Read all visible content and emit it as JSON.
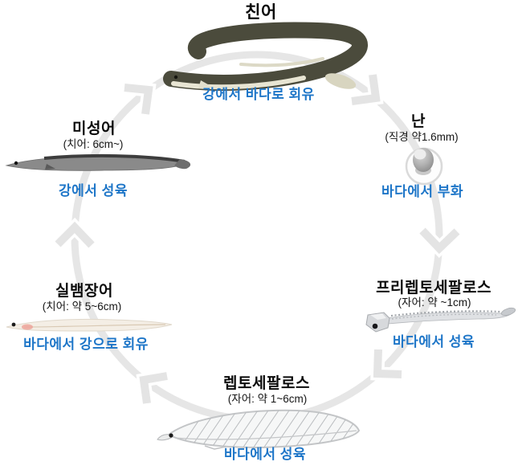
{
  "diagram": {
    "subject": "eel life cycle",
    "direction": "clockwise",
    "arrow_count": 6
  },
  "colors": {
    "caption_blue": "#1e76c8",
    "title_black": "#0a0a0a",
    "cycle_ring_gray": "#e6e6e6",
    "adult_eel_body": "#4b4b3c",
    "adult_eel_belly": "#e8e5d3",
    "juvenile_body": "#8a8a8a",
    "larva_gray": "#dfe1e4",
    "glass_eel_body": "#f4eee5"
  },
  "stages": [
    {
      "id": "adult",
      "title": "친어",
      "size": "",
      "caption": "강에서 바다로 회유"
    },
    {
      "id": "egg",
      "title": "난",
      "size": "(직경 약1.6mm)",
      "caption": "바다에서 부화"
    },
    {
      "id": "preleptocephalus",
      "title": "프리렙토세팔로스",
      "size": "(자어: 약 ~1cm)",
      "caption": "바다에서 성육"
    },
    {
      "id": "leptocephalus",
      "title": "렙토세팔로스",
      "size": "(자어: 약 1~6cm)",
      "caption": "바다에서 성육"
    },
    {
      "id": "glass_eel",
      "title": "실뱀장어",
      "size": "(치어: 약 5~6cm)",
      "caption": "바다에서 강으로 회유"
    },
    {
      "id": "juvenile",
      "title": "미성어",
      "size": "(치어: 6cm~)",
      "caption": "강에서 성육"
    }
  ],
  "images": {
    "ring": "cycle-ring",
    "arrows": "cycle-arrow-icon",
    "adult": "adult-eel-image",
    "egg": "egg-image",
    "preleptocephalus": "preleptocephalus-larva-image",
    "leptocephalus": "leptocephalus-larva-image",
    "glass_eel": "glass-eel-image",
    "juvenile": "juvenile-eel-image"
  }
}
